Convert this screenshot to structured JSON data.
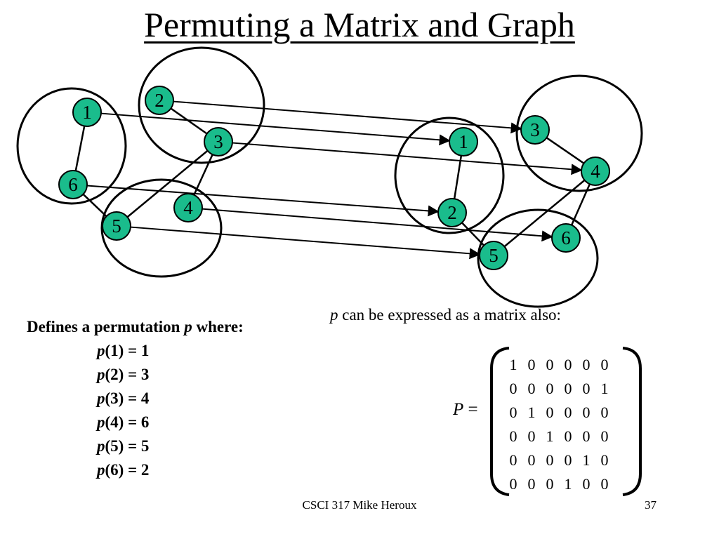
{
  "title": "Permuting a Matrix and Graph",
  "graph": {
    "left_nodes": [
      "1",
      "2",
      "3",
      "4",
      "5",
      "6"
    ],
    "right_nodes": [
      "1",
      "2",
      "3",
      "4",
      "5",
      "6"
    ],
    "node_color": "#1abc8c",
    "left_edges": [
      [
        "1",
        "6"
      ],
      [
        "2",
        "3"
      ],
      [
        "3",
        "5"
      ],
      [
        "3",
        "4"
      ],
      [
        "6",
        "5"
      ]
    ],
    "right_edges": [
      [
        "1",
        "2"
      ],
      [
        "3",
        "4"
      ],
      [
        "4",
        "5"
      ],
      [
        "4",
        "6"
      ],
      [
        "2",
        "5"
      ]
    ],
    "left_groups": [
      [
        "1",
        "6"
      ],
      [
        "2",
        "3"
      ],
      [
        "4",
        "5"
      ]
    ],
    "right_groups": [
      [
        "1",
        "2"
      ],
      [
        "3",
        "4"
      ],
      [
        "5",
        "6"
      ]
    ],
    "mapping_arrows": [
      [
        "1",
        "1"
      ],
      [
        "2",
        "3"
      ],
      [
        "3",
        "4"
      ],
      [
        "4",
        "6"
      ],
      [
        "5",
        "5"
      ],
      [
        "6",
        "2"
      ]
    ]
  },
  "permutation": {
    "heading_prefix": "Defines a permutation ",
    "heading_var": "p",
    "heading_suffix": " where:",
    "lines": [
      {
        "var": "p",
        "rest": "(1) = 1"
      },
      {
        "var": "p",
        "rest": "(2) = 3"
      },
      {
        "var": "p",
        "rest": "(3) = 4"
      },
      {
        "var": "p",
        "rest": "(4) = 6"
      },
      {
        "var": "p",
        "rest": "(5) = 5"
      },
      {
        "var": "p",
        "rest": "(6) = 2"
      }
    ]
  },
  "matrix": {
    "caption_var": "p",
    "caption_rest": " can be expressed as a matrix also:",
    "symbol": "P",
    "equals": " =",
    "rows": [
      [
        "1",
        "0",
        "0",
        "0",
        "0",
        "0"
      ],
      [
        "0",
        "0",
        "0",
        "0",
        "0",
        "1"
      ],
      [
        "0",
        "1",
        "0",
        "0",
        "0",
        "0"
      ],
      [
        "0",
        "0",
        "1",
        "0",
        "0",
        "0"
      ],
      [
        "0",
        "0",
        "0",
        "0",
        "1",
        "0"
      ],
      [
        "0",
        "0",
        "0",
        "1",
        "0",
        "0"
      ]
    ]
  },
  "footer": "CSCI 317 Mike Heroux",
  "page_number": "37"
}
